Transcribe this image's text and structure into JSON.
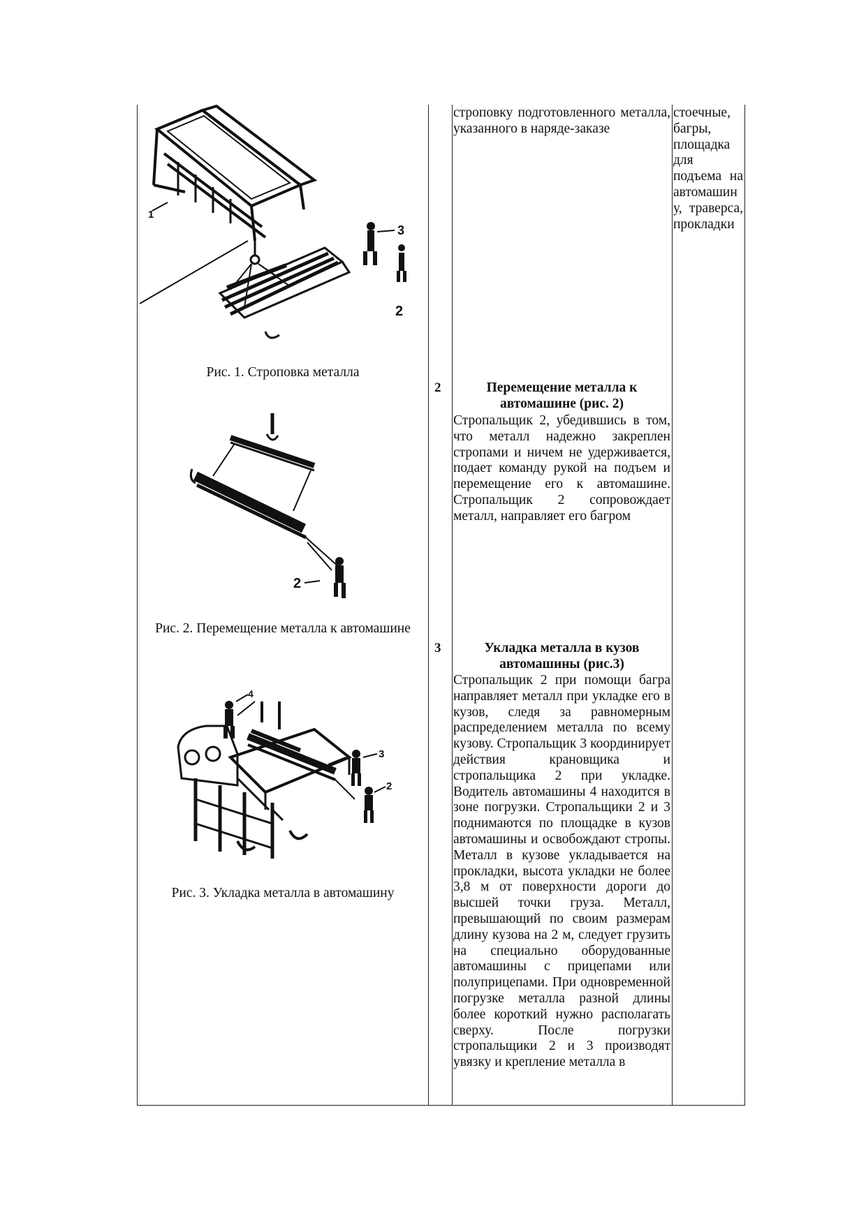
{
  "rows": [
    {
      "figure": {
        "caption": "Рис. 1. Строповка металла",
        "labels": [
          "1",
          "2",
          "3"
        ]
      },
      "description": "строповку подготовленного металла, указанного в наряде-заказе",
      "tools": "стоечные, багры, площадка для подъема на автомашин у, траверса, прокладки"
    },
    {
      "number": "2",
      "title": "Перемещение металла к автомашине (рис. 2)",
      "figure": {
        "caption": "Рис. 2. Перемещение металла к автомашине",
        "labels": [
          "2"
        ]
      },
      "description": "Стропальщик 2, убедившись в том, что металл надежно закреплен стропами и ничем не удерживается, подает команду рукой на подъем и перемещение его к автомашине. Стропальщик 2 сопровождает металл, направляет его багром"
    },
    {
      "number": "3",
      "title": "Укладка металла в кузов автомашины (рис.3)",
      "figure": {
        "caption": "Рис. 3. Укладка металла в автомашину",
        "labels": [
          "4",
          "3",
          "2"
        ]
      },
      "description": "Стропальщик 2 при помощи багра направляет металл при укладке его в кузов, следя за равномерным распределением металла по всему кузову. Стропальщик 3 координирует действия крановщика и стропальщика 2 при укладке. Водитель автомашины 4 находится в зоне погрузки. Стропальщики 2 и 3 поднимаются по площадке в кузов автомашины и освобождают стропы. Металл в кузове укладывается на прокладки, высота укладки не более 3,8 м от поверхности дороги до высшей точки груза. Металл, превышающий по своим размерам длину кузова на 2 м, следует грузить на специально оборудованные автомашины с прицепами или полуприцепами. При одновременной погрузке металла разной длины более короткий нужно располагать сверху. После погрузки стропальщики 2 и 3 производят увязку и крепление металла в"
    }
  ]
}
